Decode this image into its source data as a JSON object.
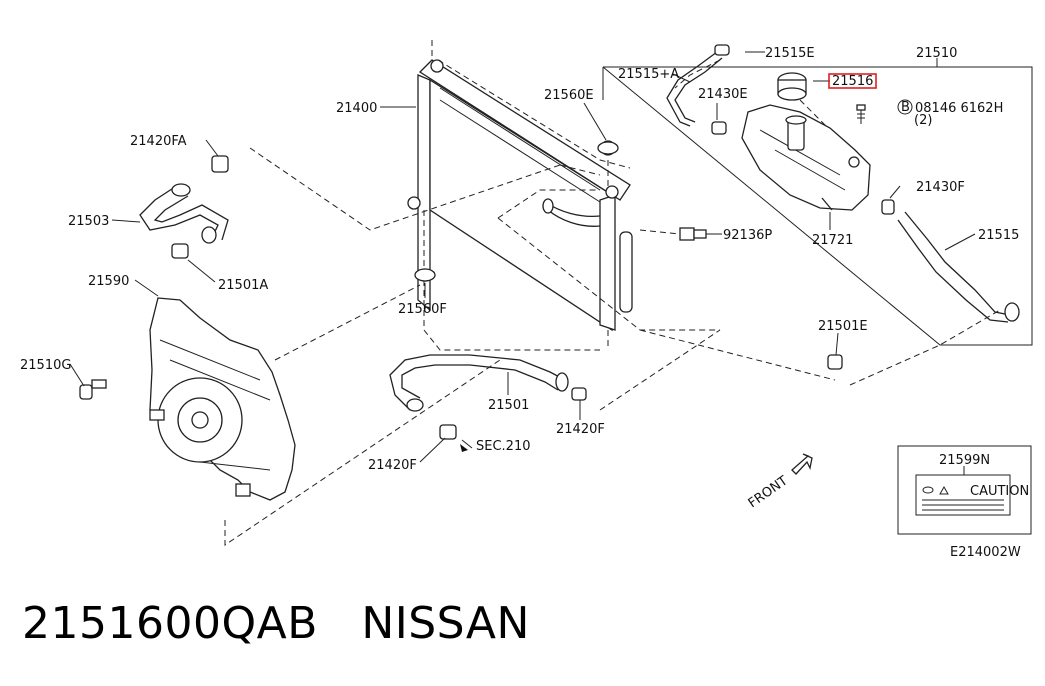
{
  "labels": {
    "p21515E": "21515E",
    "p21510": "21510",
    "p21515A": "21515+A",
    "p21516": "21516",
    "p21400": "21400",
    "p21560E": "21560E",
    "p21430E": "21430E",
    "bolt": "08146 6162H",
    "bolt_qty": "(2)",
    "bolt_mark": "B",
    "p21420FA": "21420FA",
    "p21430F": "21430F",
    "p21503": "21503",
    "p92136P": "92136P",
    "p21721": "21721",
    "p21515": "21515",
    "p21501A": "21501A",
    "p21590": "21590",
    "p21560F": "21560F",
    "p21501E": "21501E",
    "p21510G": "21510G",
    "p21501": "21501",
    "p21420F_a": "21420F",
    "sec": "SEC.210",
    "p21420F_b": "21420F",
    "p21599N": "21599N",
    "caution": "CAUTION",
    "front": "FRONT",
    "ref": "E214002W"
  },
  "highlight_part": "21516",
  "highlight_color": "#e02020",
  "caption": {
    "part_number": "2151600QAB",
    "brand": "NISSAN"
  }
}
